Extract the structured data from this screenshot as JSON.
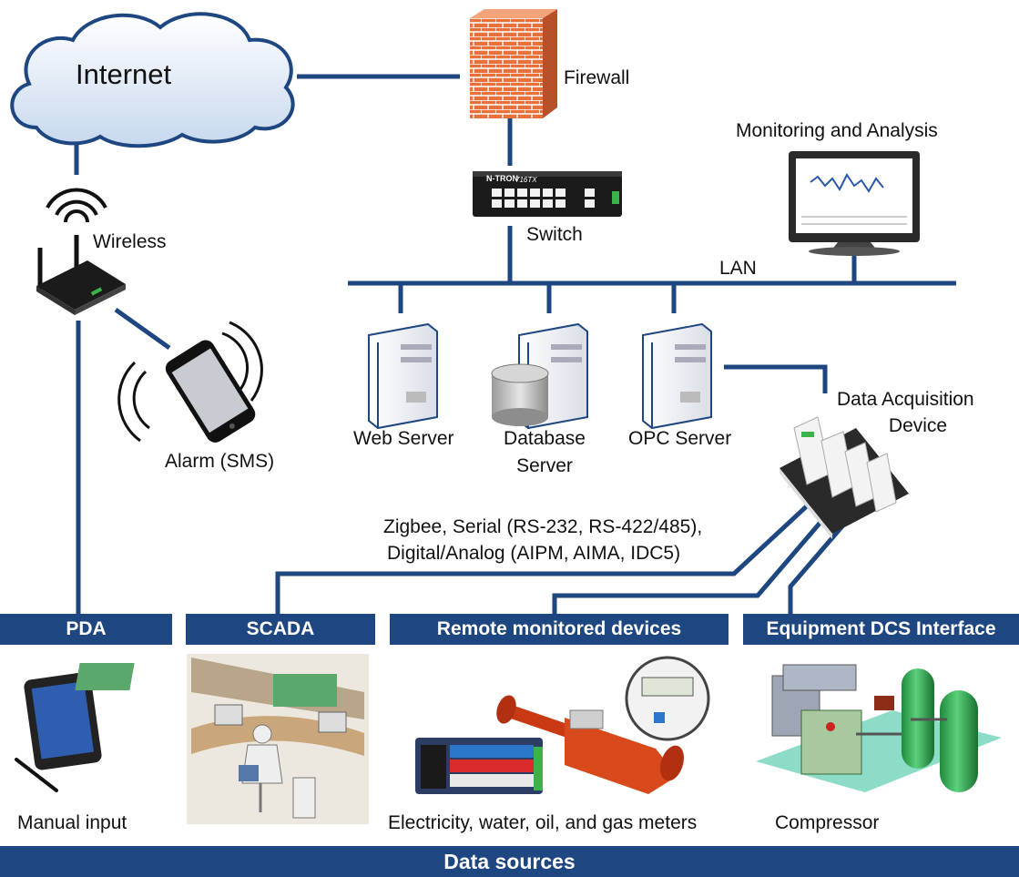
{
  "nodes": {
    "internet": "Internet",
    "firewall": "Firewall",
    "switch": "Switch",
    "switch_brand": "N-TRON",
    "switch_model": "716TX",
    "wireless": "Wireless",
    "alarm": "Alarm (SMS)",
    "lan": "LAN",
    "monitoring": "Monitoring and Analysis",
    "web_server": "Web Server",
    "database_server_1": "Database",
    "database_server_2": "Server",
    "opc_server": "OPC Server",
    "daq_1": "Data Acquisition",
    "daq_2": "Device",
    "protocols_1": "Zigbee, Serial (RS-232, RS-422/485),",
    "protocols_2": "Digital/Analog (AIPM, AIMA, IDC5)"
  },
  "sources": {
    "pda": {
      "header": "PDA",
      "caption": "Manual input"
    },
    "scada": {
      "header": "SCADA",
      "caption": ""
    },
    "remote": {
      "header": "Remote monitored devices",
      "caption": "Electricity, water, oil, and gas meters"
    },
    "dcs": {
      "header": "Equipment DCS Interface",
      "caption": "Compressor"
    },
    "footer": "Data sources"
  },
  "colors": {
    "line": "#1e4680",
    "bar": "#1e4680",
    "firewall": "#e8703a"
  }
}
